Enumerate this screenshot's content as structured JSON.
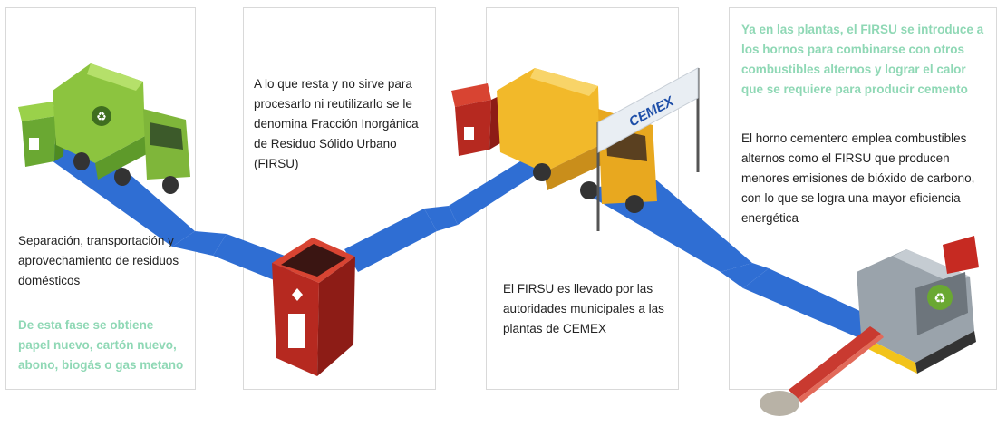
{
  "steps": [
    {
      "text": "Separación, transportación y aprovechamiento de residuos domésticos",
      "highlight": "De esta fase se obtiene papel nuevo, cartón nuevo, abono, biogás o gas metano"
    },
    {
      "text": "A lo que resta y no sirve para procesarlo ni reutilizarlo se le denomina Fracción Inorgánica de Residuo Sólido Urbano (FIRSU)"
    },
    {
      "text": "El FIRSU es llevado por las autoridades municipales a las plantas de CEMEX"
    },
    {
      "highlight": "Ya en las plantas, el FIRSU se introduce a los hornos para combinarse con otros combustibles alternos y lograr el calor que se requiere para producir cemento",
      "text": "El horno cementero emplea combustibles alternos como el FIRSU que producen menores emisiones de bióxido de carbono, con lo que se logra una mayor eficiencia energética"
    }
  ],
  "brand": {
    "banner": "CEMEX"
  },
  "colors": {
    "path_blue": "#2f6ed3",
    "accent_green": "#8fd8b5",
    "truck_green": "#8cc43f",
    "truck_yellow": "#f2b92a",
    "bin_red": "#c62a22",
    "bin_green": "#6aa832"
  },
  "icons": [
    "recycle-icon",
    "garbage-truck-icon",
    "waste-bin-icon",
    "kiln-icon",
    "flag-banner-icon"
  ]
}
